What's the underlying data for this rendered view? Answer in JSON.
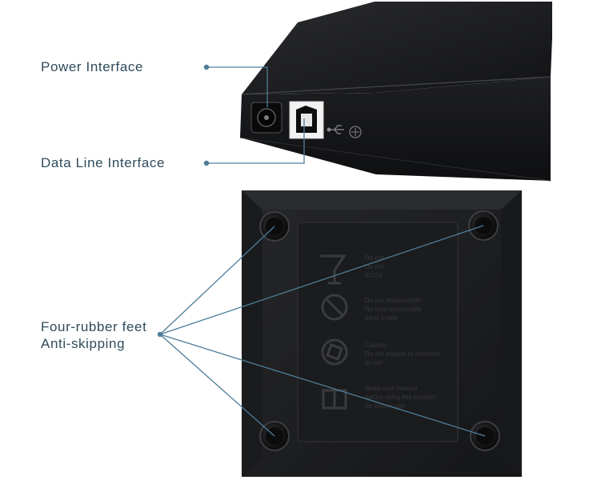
{
  "colors": {
    "leader_line": "#4e7d98",
    "label_text": "#2f4b5c",
    "device_body": "#1c1d1f",
    "device_face": "#141517",
    "highlight": "#3a3b3e"
  },
  "labels": {
    "power": "Power  Interface",
    "data_line": "Data  Line  Interface",
    "feet_line1": "Four-rubber  feet",
    "feet_line2": "Anti-skipping"
  },
  "bottom_panel": {
    "block1_line1": "Do not",
    "block1_line2": "Do not",
    "block1_line3": "5V/2A",
    "block2_line1": "Do not disassemble",
    "block2_line2": "No user serviceable",
    "block2_line3": "parts inside",
    "block3_line1": "Caution",
    "block3_line2": "Do not expose to moisture",
    "block3_line3": "or rain",
    "block4_line1": "Read user manual",
    "block4_line2": "before using this product",
    "block4_line3": "for proper use"
  },
  "icons": [
    "power-port-icon",
    "usb-b-port-icon",
    "usb-symbol-icon",
    "screw-icon",
    "rubber-foot-icon"
  ]
}
